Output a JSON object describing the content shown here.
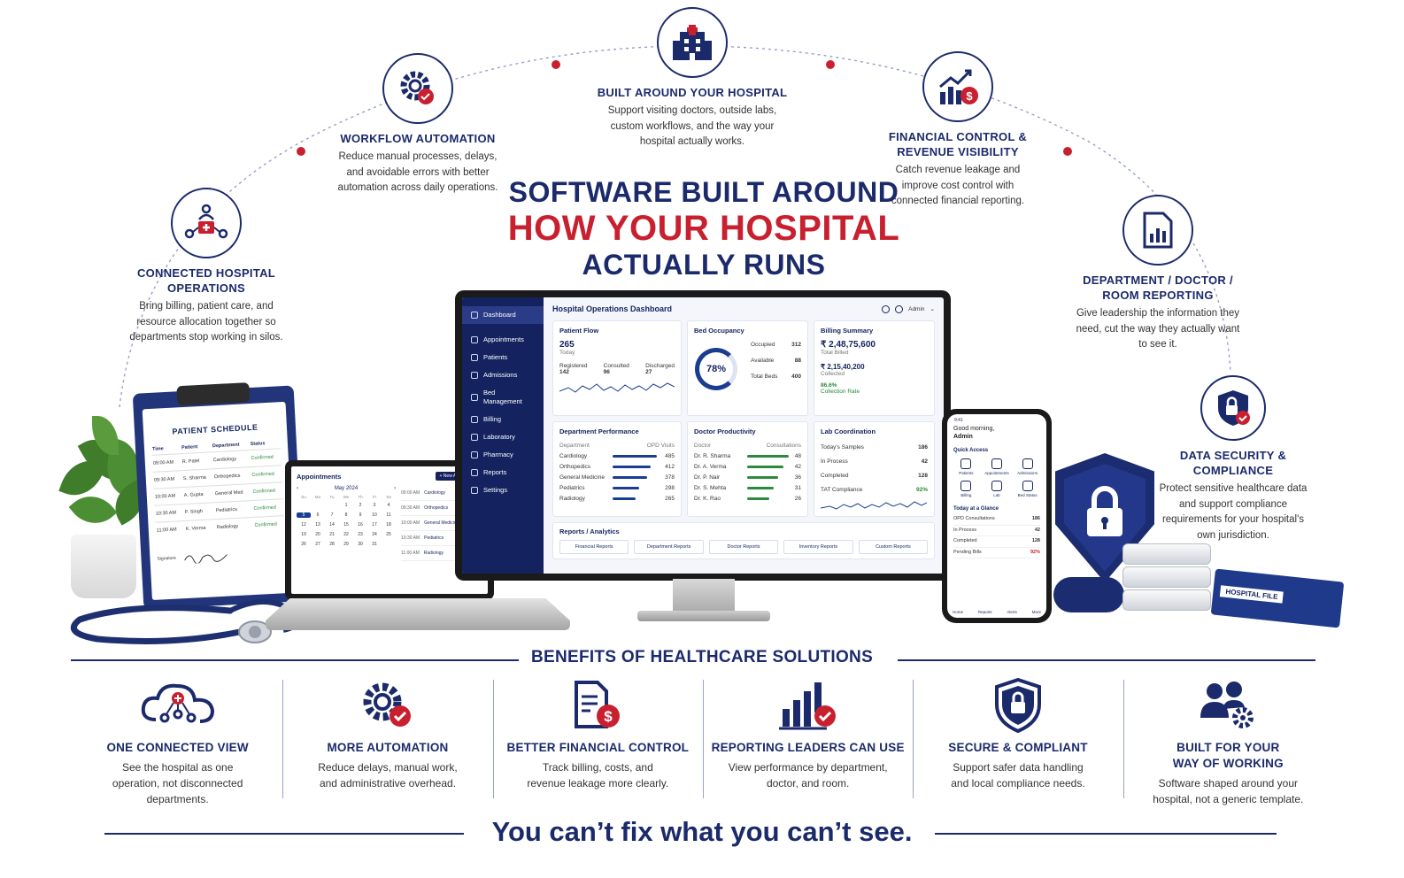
{
  "colors": {
    "navy": "#1b2a6b",
    "red": "#c8202f"
  },
  "headline": {
    "line1": "SOFTWARE BUILT AROUND",
    "line2": "HOW YOUR HOSPITAL",
    "line3": "ACTUALLY RUNS"
  },
  "features": [
    {
      "icon": "hospital-building-icon",
      "title": "BUILT AROUND YOUR HOSPITAL",
      "text": "Support visiting doctors, outside labs, custom workflows, and the way your hospital actually works."
    },
    {
      "icon": "gear-check-icon",
      "title": "WORKFLOW AUTOMATION",
      "text": "Reduce manual processes, delays, and avoidable errors with better automation across daily operations."
    },
    {
      "icon": "revenue-chart-icon",
      "title": "FINANCIAL CONTROL & REVENUE VISIBILITY",
      "text": "Catch revenue leakage and improve cost control with connected financial reporting."
    },
    {
      "icon": "network-medical-icon",
      "title": "CONNECTED HOSPITAL OPERATIONS",
      "text": "Bring billing, patient care, and resource allocation together so departments stop working in silos."
    },
    {
      "icon": "report-document-icon",
      "title": "DEPARTMENT / DOCTOR / ROOM REPORTING",
      "text": "Give leadership the information they need, cut the way they actually want to see it."
    },
    {
      "icon": "shield-lock-icon",
      "title": "DATA SECURITY & COMPLIANCE",
      "text": "Protect sensitive healthcare data and support compliance requirements for your hospital's own jurisdiction."
    }
  ],
  "dashboard": {
    "title": "Hospital Operations Dashboard",
    "user": "Admin",
    "nav": [
      "Dashboard",
      "Appointments",
      "Patients",
      "Admissions",
      "Bed Management",
      "Billing",
      "Laboratory",
      "Pharmacy",
      "Reports",
      "Settings"
    ],
    "patient_flow": {
      "title": "Patient Flow",
      "total": "265",
      "total_label": "Today",
      "registered_label": "Registered",
      "registered": "142",
      "consulted_label": "Consulted",
      "consulted": "96",
      "discharged_label": "Discharged",
      "discharged": "27"
    },
    "bed": {
      "title": "Bed Occupancy",
      "pct": "78%",
      "occupied_label": "Occupied",
      "occupied": "312",
      "available_label": "Available",
      "available": "88",
      "total_label": "Total Beds",
      "total": "400"
    },
    "billing": {
      "title": "Billing Summary",
      "billed": "₹ 2,48,75,600",
      "billed_label": "Total Billed",
      "collected": "₹ 2,15,40,200",
      "collected_label": "Collected",
      "rate": "86.6%",
      "rate_label": "Collection Rate"
    },
    "dept": {
      "title": "Department Performance",
      "col1": "Department",
      "col2": "OPD Visits",
      "rows": [
        {
          "name": "Cardiology",
          "value": "485",
          "frac": 0.9
        },
        {
          "name": "Orthopedics",
          "value": "412",
          "frac": 0.78
        },
        {
          "name": "General Medicine",
          "value": "378",
          "frac": 0.7
        },
        {
          "name": "Pediatrics",
          "value": "298",
          "frac": 0.55
        },
        {
          "name": "Radiology",
          "value": "265",
          "frac": 0.48
        }
      ]
    },
    "doctor": {
      "title": "Doctor Productivity",
      "col1": "Doctor",
      "col2": "Consultations",
      "rows": [
        {
          "name": "Dr. R. Sharma",
          "value": "48",
          "frac": 0.95
        },
        {
          "name": "Dr. A. Verma",
          "value": "42",
          "frac": 0.82
        },
        {
          "name": "Dr. P. Nair",
          "value": "36",
          "frac": 0.7
        },
        {
          "name": "Dr. S. Mehta",
          "value": "31",
          "frac": 0.6
        },
        {
          "name": "Dr. K. Rao",
          "value": "26",
          "frac": 0.5
        }
      ]
    },
    "lab": {
      "title": "Lab Coordination",
      "rows": [
        {
          "name": "Today's Samples",
          "value": "186"
        },
        {
          "name": "In Process",
          "value": "42"
        },
        {
          "name": "Completed",
          "value": "128"
        },
        {
          "name": "TAT Compliance",
          "value": "92%"
        }
      ]
    },
    "reports": {
      "title": "Reports / Analytics",
      "items": [
        "Financial Reports",
        "Department Reports",
        "Doctor Reports",
        "Inventory Reports",
        "Custom Reports"
      ]
    }
  },
  "laptop": {
    "title": "Appointments",
    "new_button": "+ New Appointment",
    "month": "May 2024",
    "weekdays": [
      "Su",
      "Mo",
      "Tu",
      "We",
      "Th",
      "Fr",
      "Sa"
    ],
    "days": [
      "",
      "",
      "",
      "1",
      "2",
      "3",
      "4",
      "5",
      "6",
      "7",
      "8",
      "9",
      "10",
      "11",
      "12",
      "13",
      "14",
      "15",
      "16",
      "17",
      "18",
      "19",
      "20",
      "21",
      "22",
      "23",
      "24",
      "25",
      "26",
      "27",
      "28",
      "29",
      "30",
      "31",
      ""
    ],
    "selected_day": "5",
    "slots": [
      {
        "time": "09:00 AM",
        "dept": "Cardiology"
      },
      {
        "time": "09:30 AM",
        "dept": "Orthopedics"
      },
      {
        "time": "10:00 AM",
        "dept": "General Medicine"
      },
      {
        "time": "10:30 AM",
        "dept": "Pediatrics"
      },
      {
        "time": "11:00 AM",
        "dept": "Radiology"
      }
    ]
  },
  "schedule": {
    "title": "PATIENT SCHEDULE",
    "headers": [
      "Time",
      "Patient",
      "Department",
      "Status"
    ],
    "rows": [
      [
        "09:00 AM",
        "R. Patel",
        "Cardiology",
        "Confirmed"
      ],
      [
        "09:30 AM",
        "S. Sharma",
        "Orthopedics",
        "Confirmed"
      ],
      [
        "10:00 AM",
        "A. Gupta",
        "General Med",
        "Confirmed"
      ],
      [
        "10:30 AM",
        "P. Singh",
        "Pediatrics",
        "Confirmed"
      ],
      [
        "11:00 AM",
        "K. Verma",
        "Radiology",
        "Confirmed"
      ]
    ],
    "signature_label": "Signature"
  },
  "phone": {
    "time": "9:41",
    "greeting_line1": "Good morning,",
    "greeting_line2": "Admin",
    "quick_access": "Quick Access",
    "quick": [
      "Patients",
      "Appointments",
      "Admissions",
      "Billing",
      "Lab",
      "Bed Status"
    ],
    "glance_title": "Today at a Glance",
    "glance": [
      {
        "name": "OPD Consultations",
        "value": "186"
      },
      {
        "name": "In Process",
        "value": "42"
      },
      {
        "name": "Completed",
        "value": "128"
      },
      {
        "name": "Pending Bills",
        "value": "92%"
      }
    ],
    "tabs": [
      "Home",
      "Reports",
      "Alerts",
      "More"
    ]
  },
  "hospital_file": "HOSPITAL FILE",
  "benefits_title": "BENEFITS OF HEALTHCARE SOLUTIONS",
  "benefits": [
    {
      "icon": "cloud-network-icon",
      "title": "ONE CONNECTED VIEW",
      "text": "See the hospital as one operation, not disconnected departments."
    },
    {
      "icon": "gear-check-icon",
      "title": "MORE AUTOMATION",
      "text": "Reduce delays, manual work, and administrative overhead."
    },
    {
      "icon": "invoice-dollar-icon",
      "title": "BETTER FINANCIAL CONTROL",
      "text": "Track billing, costs, and revenue leakage more clearly."
    },
    {
      "icon": "bar-chart-check-icon",
      "title": "REPORTING LEADERS CAN USE",
      "text": "View performance by department, doctor, and room."
    },
    {
      "icon": "shield-lock-icon",
      "title": "SECURE & COMPLIANT",
      "text": "Support safer data handling and local compliance needs."
    },
    {
      "icon": "people-gear-icon",
      "title": "BUILT FOR YOUR WAY OF WORKING",
      "text": "Software shaped around your hospital, not a generic template."
    }
  ],
  "tagline": "You can’t fix what you can’t see."
}
